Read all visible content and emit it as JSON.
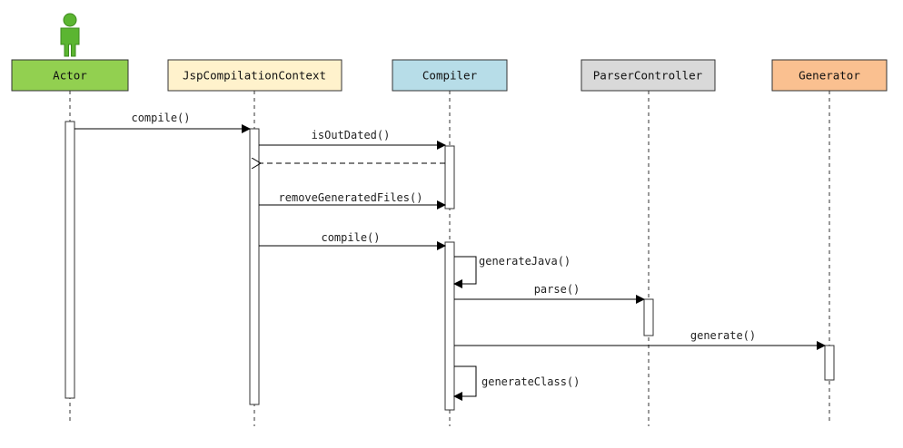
{
  "participants": [
    {
      "id": "actor",
      "label": "Actor",
      "fill": "#92d050",
      "icon": "person-icon"
    },
    {
      "id": "ctx",
      "label": "JspCompilationContext",
      "fill": "#fff2cc"
    },
    {
      "id": "compiler",
      "label": "Compiler",
      "fill": "#b7dde8"
    },
    {
      "id": "parser",
      "label": "ParserController",
      "fill": "#d9d9d9"
    },
    {
      "id": "gen",
      "label": "Generator",
      "fill": "#fac090"
    }
  ],
  "messages": [
    {
      "from": "actor",
      "to": "ctx",
      "label": "compile()",
      "kind": "call"
    },
    {
      "from": "ctx",
      "to": "compiler",
      "label": "isOutDated()",
      "kind": "call"
    },
    {
      "from": "compiler",
      "to": "ctx",
      "label": "",
      "kind": "return"
    },
    {
      "from": "ctx",
      "to": "compiler",
      "label": "removeGeneratedFiles()",
      "kind": "call"
    },
    {
      "from": "ctx",
      "to": "compiler",
      "label": "compile()",
      "kind": "call"
    },
    {
      "from": "compiler",
      "to": "compiler",
      "label": "generateJava()",
      "kind": "self"
    },
    {
      "from": "compiler",
      "to": "parser",
      "label": "parse()",
      "kind": "call"
    },
    {
      "from": "compiler",
      "to": "gen",
      "label": "generate()",
      "kind": "call"
    },
    {
      "from": "compiler",
      "to": "compiler",
      "label": "generateClass()",
      "kind": "self"
    }
  ],
  "colors": {
    "line": "#000000",
    "lifeline": "#333333",
    "activation_fill": "#ffffff"
  }
}
